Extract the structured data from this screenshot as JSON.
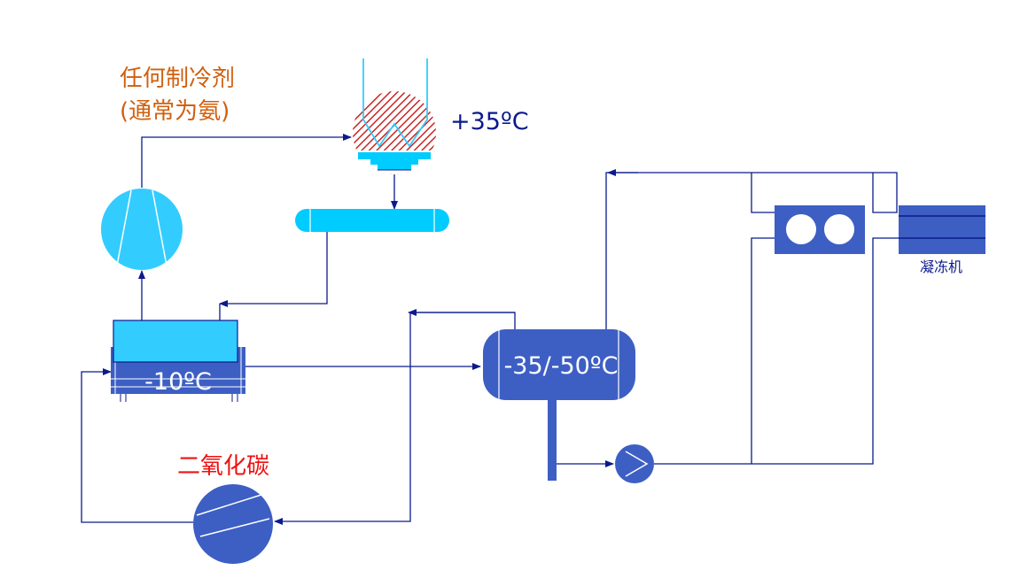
{
  "labels": {
    "refrigerant_line1": "任何制冷剂",
    "refrigerant_line2": "(通常为氨)",
    "condenser_temp": "+35ºC",
    "hx_temp": "-10ºC",
    "receiver_temp": "-35/-50ºC",
    "co2": "二氧化碳",
    "freezer": "凝冻机"
  },
  "colors": {
    "line": "#0b1a8c",
    "light_blue": "#33ccff",
    "cyan": "#00ccff",
    "dark_blue": "#3d5fc4",
    "hatch_red": "#cc2222",
    "orange_text": "#d06010",
    "red_text": "#ee1111",
    "navy_text": "#0b1a8c"
  }
}
